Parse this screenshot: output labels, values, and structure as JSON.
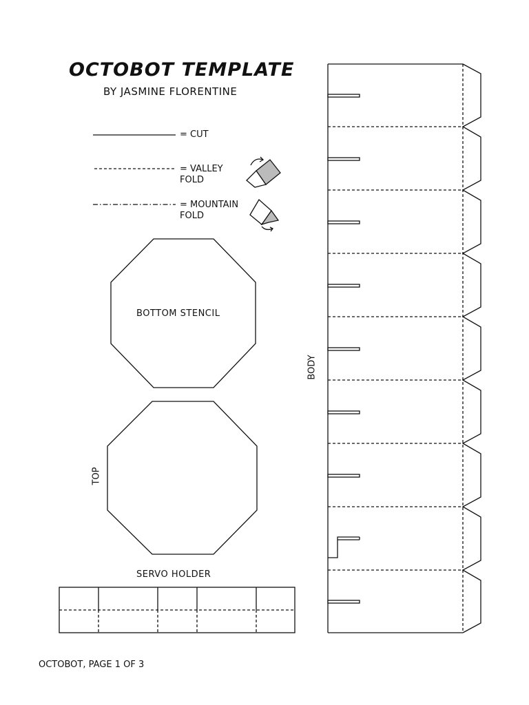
{
  "title": "OCTOBOT TEMPLATE",
  "author": "BY JASMINE FLORENTINE",
  "legend": {
    "cut": "= CUT",
    "valley": "= VALLEY\nFOLD",
    "mountain": "= MOUNTAIN\nFOLD"
  },
  "labels": {
    "bottom_stencil": "BOTTOM STENCIL",
    "top": "TOP",
    "servo_holder": "SERVO HOLDER",
    "body": "BODY"
  },
  "footer": "OCTOBOT, PAGE 1 OF 3"
}
